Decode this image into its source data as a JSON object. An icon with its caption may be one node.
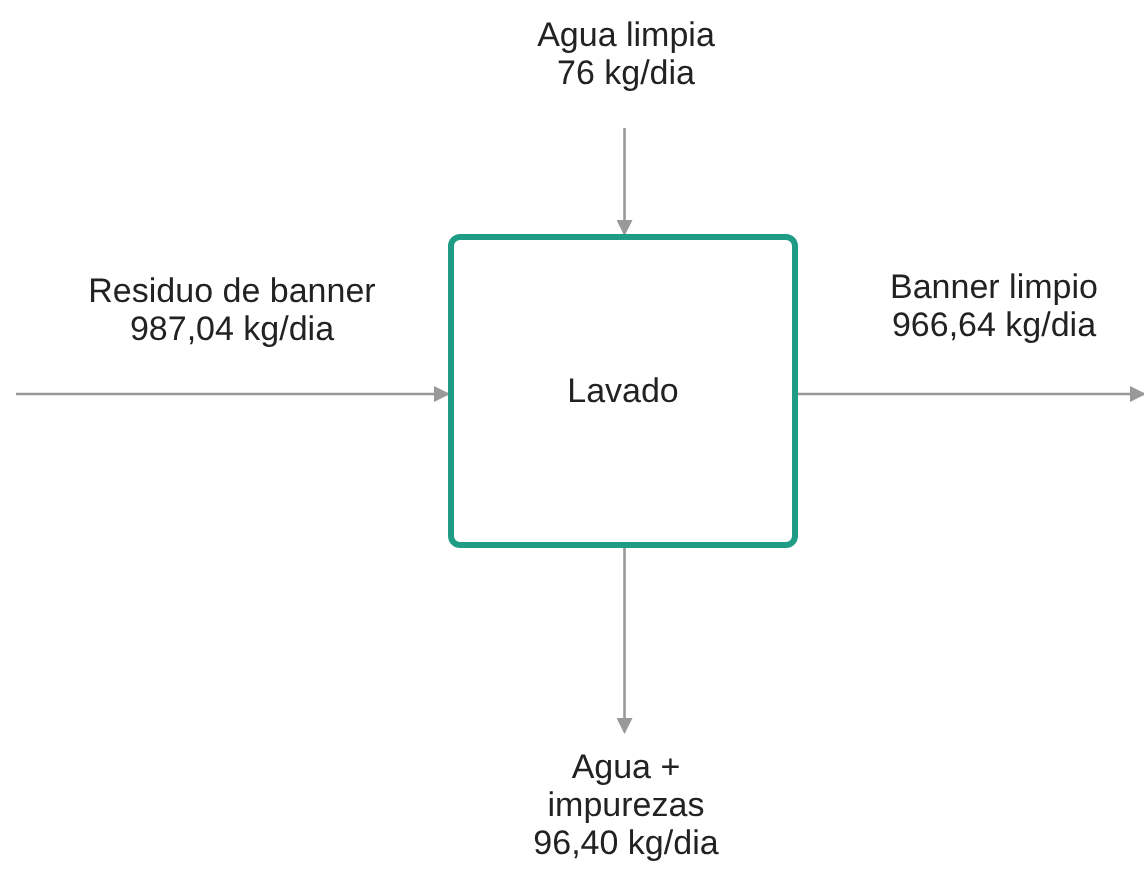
{
  "diagram": {
    "nodes": [
      {
        "text": [
          "Agua limpia 76 kg/dia"
        ]
      },
      {
        "text": [
          "Lavado"
        ]
      },
      {
        "text": [
          "Agua + impurezas 96,40 kg/dia"
        ]
      }
    ],
    "edges": [
      {
        "from": null,
        "to": 1,
        "arrow": "to",
        "label": "Residuo de banner 987,04 kg/dia"
      },
      {
        "from": 0,
        "to": 1,
        "arrow": "to"
      },
      {
        "from": 1,
        "to": null,
        "arrow": "to",
        "label": "Banner limpio 966,64 kg/dia"
      },
      {
        "from": 1,
        "to": 2,
        "arrow": "to"
      }
    ]
  }
}
